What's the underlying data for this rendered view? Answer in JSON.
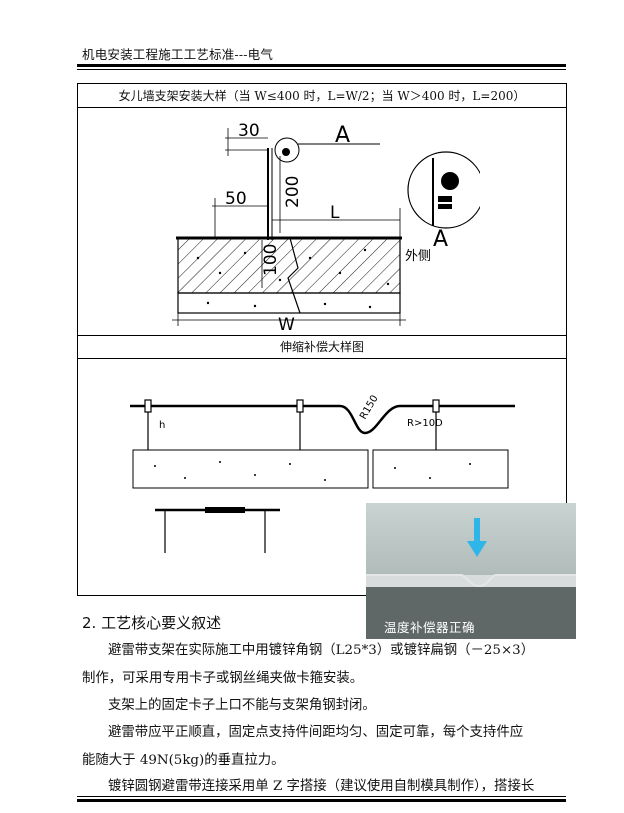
{
  "header": {
    "title": "机电安装工程施工工艺标准---电气"
  },
  "figure1": {
    "caption": "女儿墙支架安装大样（当 W≤400 时，L=W/2；当 W＞400 时，L=200）",
    "dim_30": "30",
    "dim_50": "50",
    "dim_200": "200",
    "dim_100": "100",
    "dim_L": "L",
    "dim_W": "W",
    "label_A": "A",
    "label_A_detail": "A",
    "label_outside": "外侧"
  },
  "figure2": {
    "caption": "伸缩补偿大样图",
    "label_R150": "R150",
    "label_R10D": "R>10D",
    "label_h": "h"
  },
  "photo": {
    "caption": "温度补偿器正确"
  },
  "section": {
    "title": "2. 工艺核心要义叙述"
  },
  "paragraphs": [
    {
      "line1": "避雷带支架在实际施工中用镀锌角钢（L25*3）或镀锌扁钢（－25×3）",
      "line2": "制作，可采用专用卡子或钢丝绳夹做卡箍安装。"
    },
    {
      "line1": "支架上的固定卡子上口不能与支架角钢封闭。"
    },
    {
      "line1": "避雷带应平正顺直，固定点支持件间距均匀、固定可靠，每个支持件应",
      "line2": "能随大于 49N(5kg)的垂直拉力。"
    },
    {
      "line1": "镀锌圆钢避雷带连接采用单 Z 字搭接（建议使用自制模具制作），搭接长"
    }
  ]
}
